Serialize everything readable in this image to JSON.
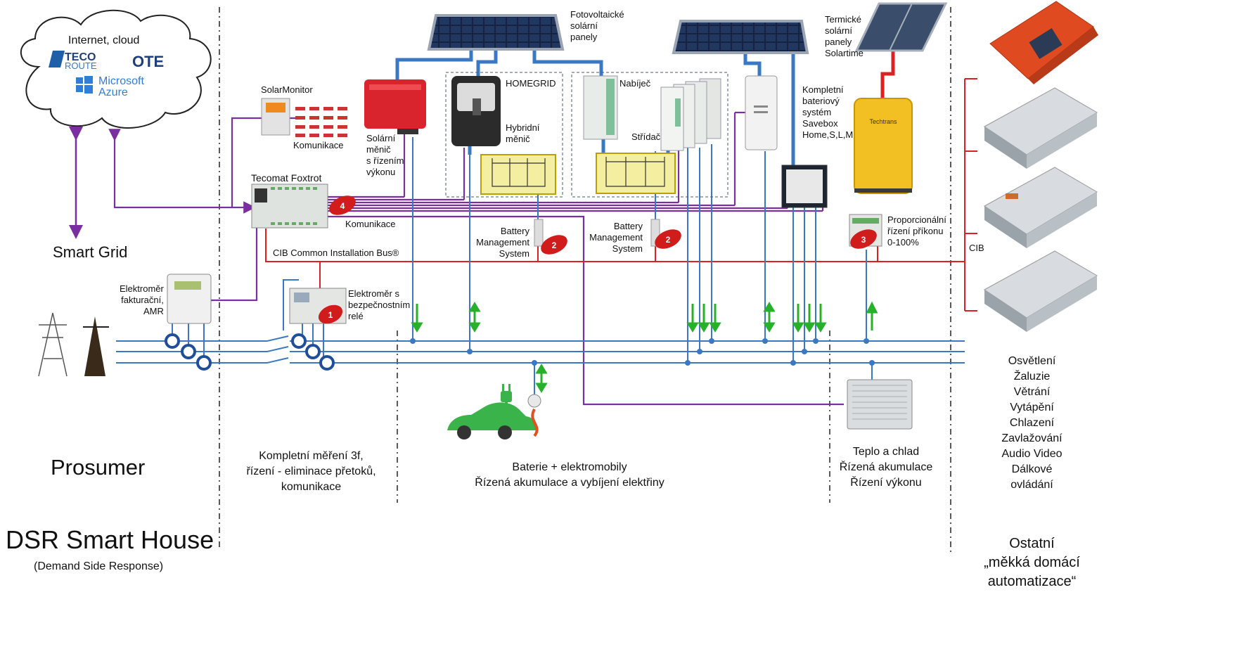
{
  "cloud": {
    "title": "Internet, cloud",
    "logos": [
      "TECO",
      "ROUTE",
      "OTE",
      "Microsoft",
      "Azure"
    ]
  },
  "smart_grid": "Smart Grid",
  "prosumer": "Prosumer",
  "dsr": {
    "title": "DSR Smart House",
    "subtitle": "(Demand Side Response)"
  },
  "meter_billing": [
    "Elektroměr",
    "fakturační,",
    "AMR"
  ],
  "solarmonitor": {
    "title": "SolarMonitor",
    "sub": "Komunikace"
  },
  "foxtrot": {
    "title": "Tecomat Foxtrot",
    "comm": "Komunikace"
  },
  "cib_bus": "CIB Common Installation Bus®",
  "cib_right": "CIB",
  "pv_panels": [
    "Fotovoltaické",
    "solární",
    "panely"
  ],
  "solar_inverter": [
    "Solární",
    "měnič",
    "s řízením",
    "výkonu"
  ],
  "homegrid": {
    "title": "HOMEGRID",
    "hybrid": [
      "Hybridní",
      "měnič"
    ]
  },
  "charger": "Nabíječ",
  "inverter": "Střídač",
  "bms": [
    "Battery",
    "Management",
    "System"
  ],
  "savebox": [
    "Kompletní",
    "bateriový",
    "systém",
    "Savebox",
    "Home,S,L,M"
  ],
  "thermal": [
    "Termické",
    "solární",
    "panely",
    "Solartime"
  ],
  "boiler_brand": "Techtrans",
  "proportional": [
    "Proporcionální",
    "řízení příkonu",
    "0-100%"
  ],
  "meter_relay": [
    "Elektroměr s",
    "bezpečnostním",
    "relé"
  ],
  "badges": [
    "1",
    "2",
    "2",
    "3",
    "4"
  ],
  "sections": {
    "measure": [
      "Kompletní měření 3f,",
      "řízení - eliminace přetoků,",
      "komunikace"
    ],
    "battery": [
      "Baterie + elektromobily",
      "Řízená akumulace a vybíjení elektřiny"
    ],
    "heat": [
      "Teplo a chlad",
      "Řízená akumulace",
      "Řízení výkonu"
    ]
  },
  "automation_list": [
    "Osvětlení",
    "Žaluzie",
    "Větrání",
    "Vytápění",
    "Chlazení",
    "Zavlažování",
    "Audio Video",
    "Dálkové",
    "ovládání"
  ],
  "other": [
    "Ostatní",
    "„měkká domácí",
    "automatizace“"
  ],
  "colors": {
    "bus": "#3a78c4",
    "cib": "#e02020",
    "comm": "#7a2fa0",
    "arrow": "#27b02a",
    "badge": "#d11c1c"
  }
}
